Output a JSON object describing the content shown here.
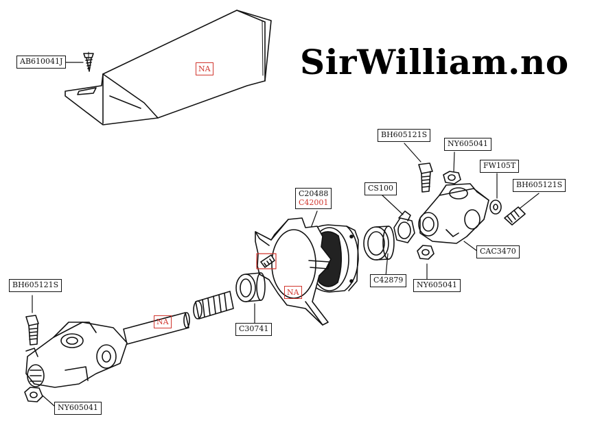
{
  "brand": "SirWilliam.no",
  "labels": {
    "ab610041j": "AB610041J",
    "bh605121s_top": "BH605121S",
    "ny605041_top": "NY605041",
    "fw105t": "FW105T",
    "bh605121s_right": "BH605121S",
    "cs100": "CS100",
    "c20488": "C20488",
    "c42001": "C42001",
    "cac3470": "CAC3470",
    "c42879": "C42879",
    "ny605041_mid": "NY605041",
    "c30741": "C30741",
    "bh605121s_left": "BH605121S",
    "ny605041_bottom": "NY605041"
  },
  "na": {
    "bracket": "NA",
    "seal": "NA",
    "shaft": "NA"
  },
  "colors": {
    "line": "#111111",
    "accent_red": "#d0342c"
  }
}
